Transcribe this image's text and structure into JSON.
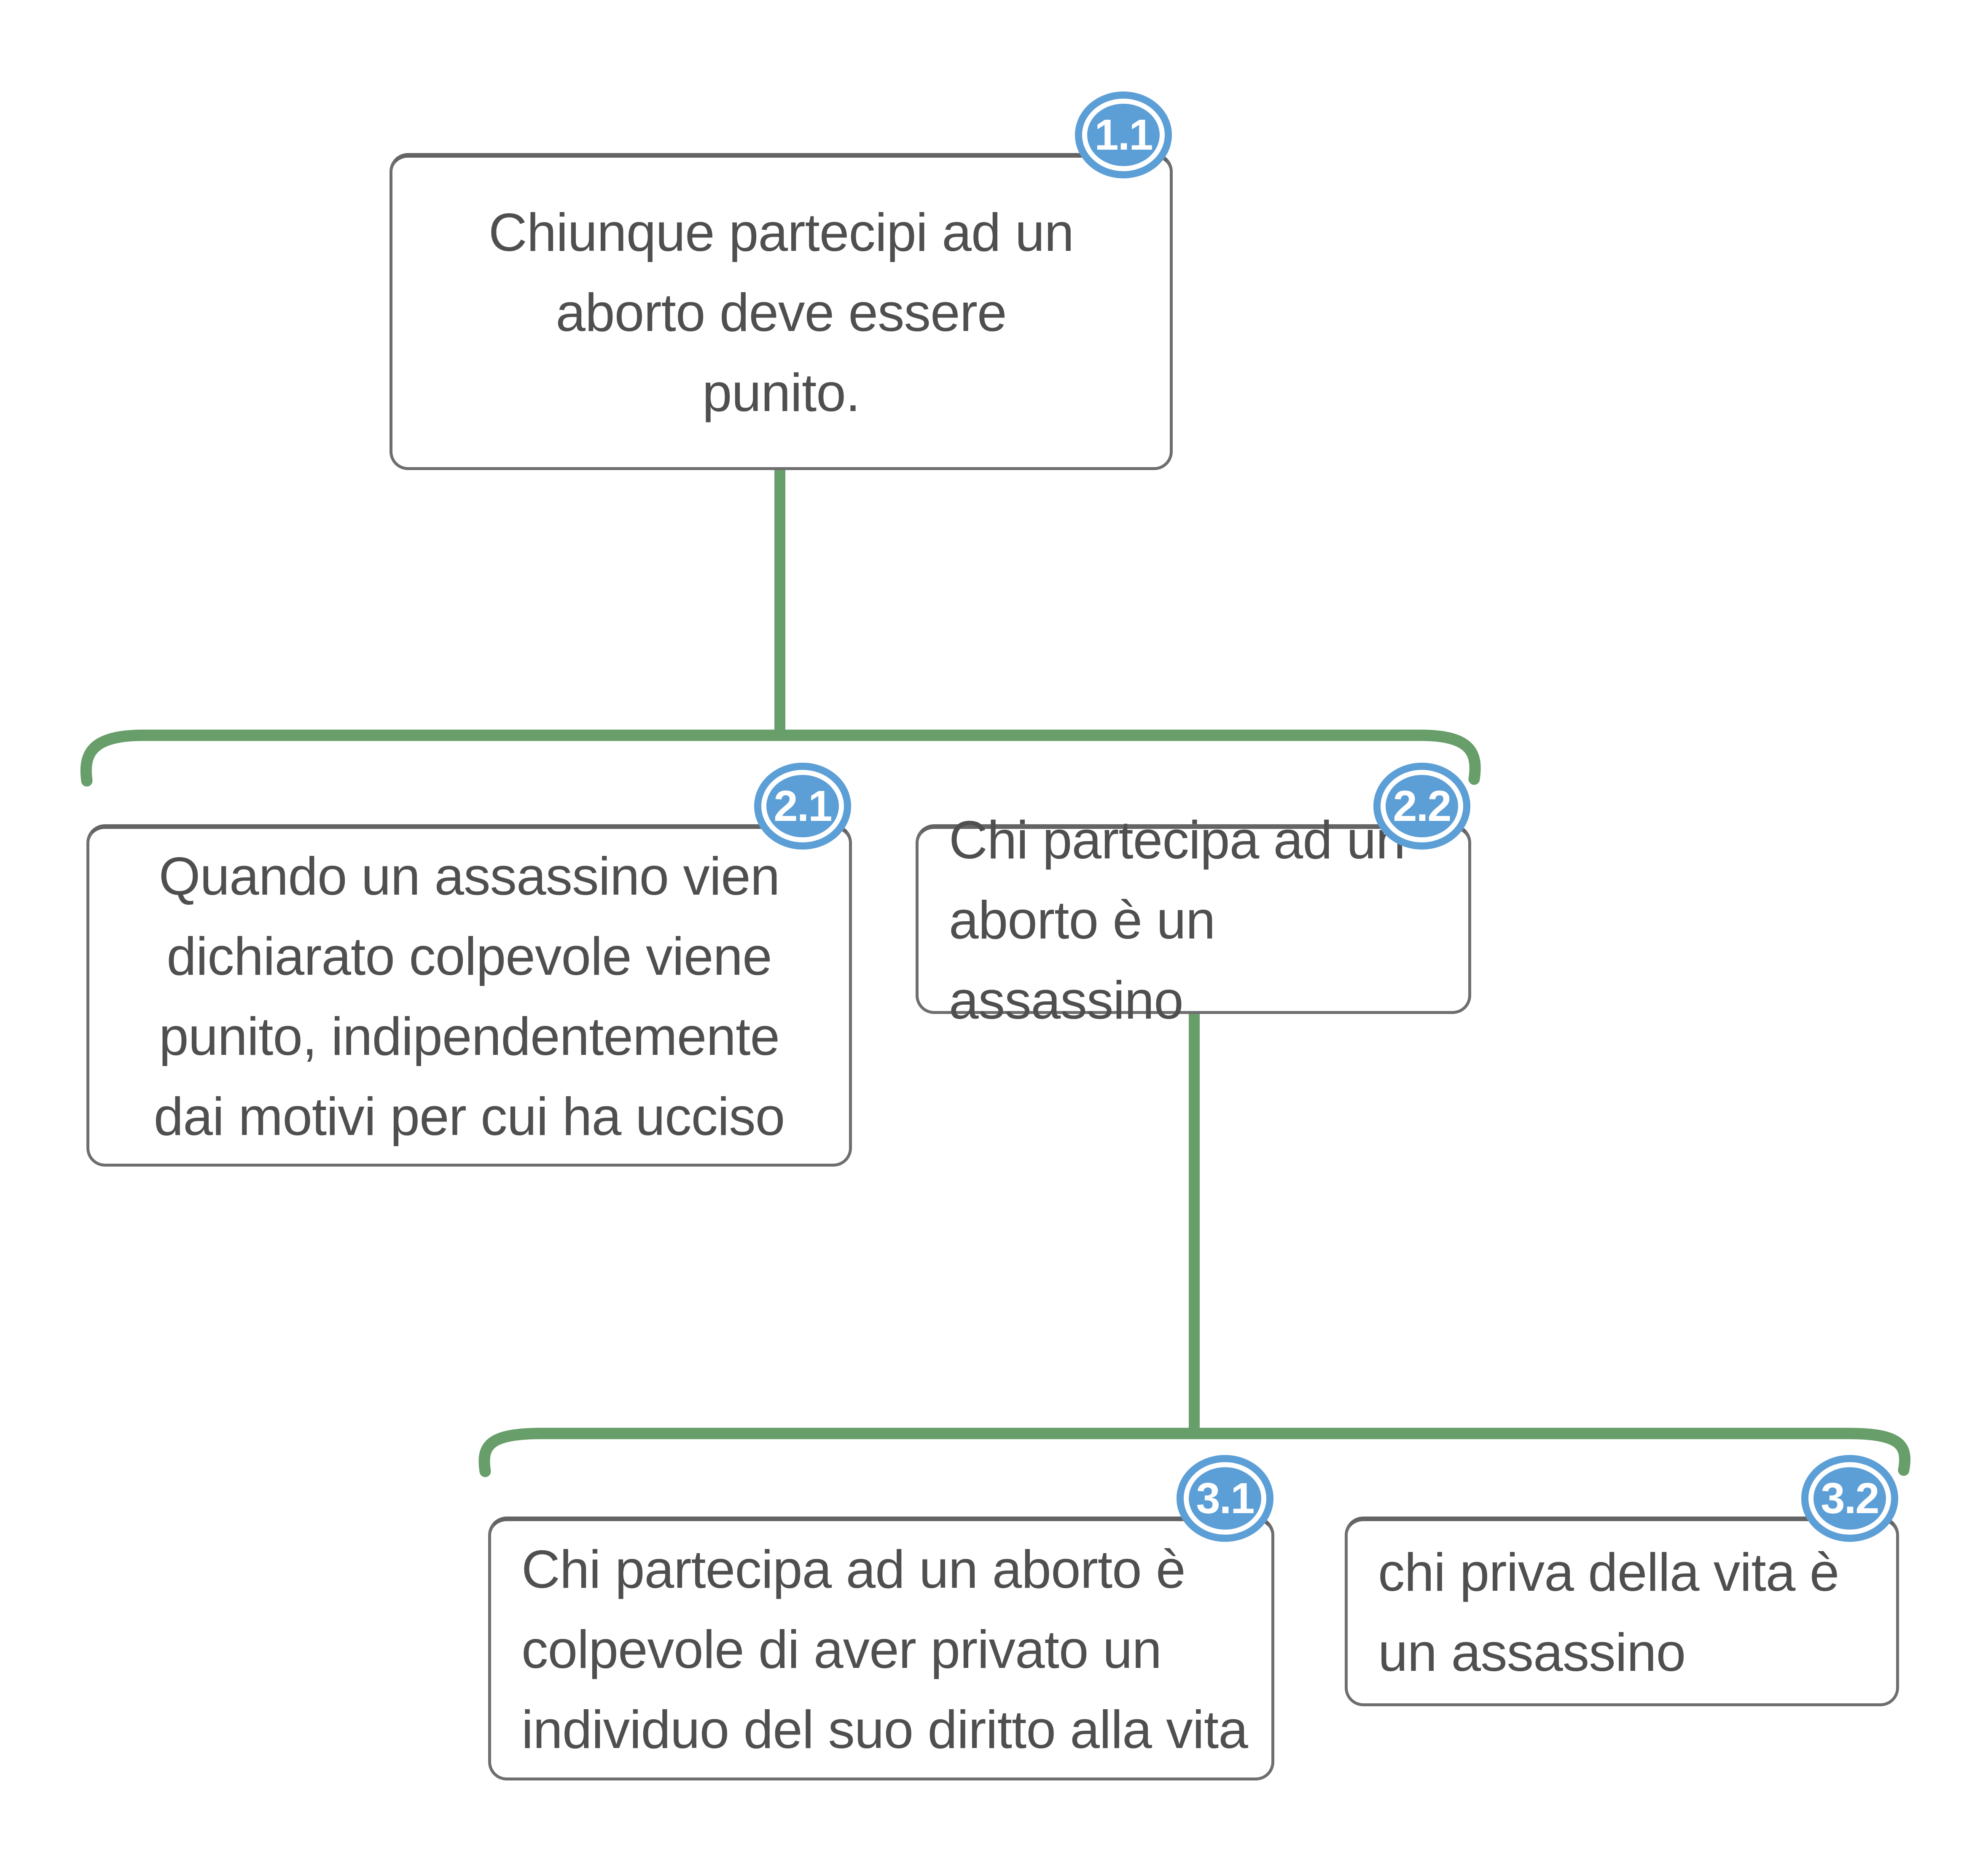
{
  "diagram_type": "argument-map",
  "colors": {
    "connector_green": "#689e6a",
    "badge_blue": "#5c9ed6",
    "badge_text": "#ffffff",
    "box_border_gray": "#6e6e6e",
    "box_background": "#ffffff",
    "text_gray": "#4f4f4f"
  },
  "nodes": {
    "n11": {
      "badge": "1.1",
      "text": "Chiunque partecipi ad un aborto deve essere punito.",
      "lines": [
        "Chiunque partecipi ad un",
        "aborto deve essere",
        "punito."
      ]
    },
    "n21": {
      "badge": "2.1",
      "text": "Quando un assassino vien dichiarato colpevole viene punito, indipendentemente dai motivi per cui ha ucciso",
      "lines": [
        "Quando un assassino vien",
        "dichiarato colpevole viene",
        "punito, indipendentemente",
        "dai motivi per cui ha ucciso"
      ]
    },
    "n22": {
      "badge": "2.2",
      "text": "Chi partecipa ad un aborto è un assassino",
      "lines": [
        "Chi partecipa ad un",
        "aborto è un assassino"
      ]
    },
    "n31": {
      "badge": "3.1",
      "text": "Chi partecipa ad un aborto è colpevole di aver privato un individuo del suo diritto alla vita",
      "lines": [
        "Chi partecipa ad un aborto è",
        "colpevole di aver privato un",
        "individuo del suo diritto alla vita"
      ]
    },
    "n32": {
      "badge": "3.2",
      "text": "chi priva della vita è un assassino",
      "lines": [
        "chi priva della vita è",
        "un assassino"
      ]
    }
  },
  "connections": [
    {
      "parent": "1.1",
      "children": [
        "2.1",
        "2.2"
      ]
    },
    {
      "parent": "2.2",
      "children": [
        "3.1",
        "3.2"
      ]
    }
  ]
}
